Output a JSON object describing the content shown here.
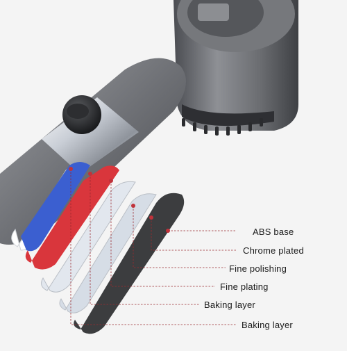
{
  "product": {
    "image_subject": "shower-head-layer-diagram"
  },
  "layers": [
    {
      "label": "ABS base",
      "color": "#3c3d3f"
    },
    {
      "label": "Chrome plated",
      "color": "#d6dde6"
    },
    {
      "label": "Fine polishing",
      "color": "#e2e7ee"
    },
    {
      "label": "Fine plating",
      "color": "#d9363c"
    },
    {
      "label": "Baking layer",
      "color": "#3b5fd0"
    },
    {
      "label": "Baking layer",
      "color": "#ececec"
    }
  ],
  "colors": {
    "background": "#f4f4f4",
    "body_gray": "#7a7c80",
    "leader_line": "#9a2a30",
    "marker_dot": "#c0323a"
  }
}
